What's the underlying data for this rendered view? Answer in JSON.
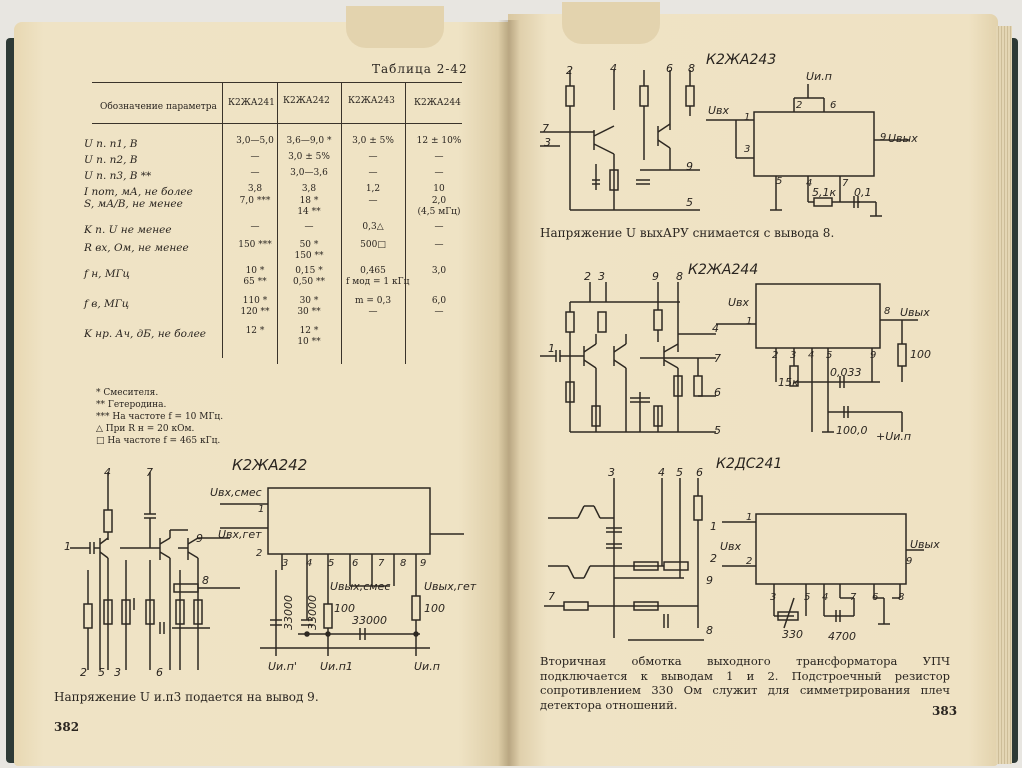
{
  "left_page": {
    "table_title": "Таблица 2-42",
    "table": {
      "header_param": "Обозначение параметра",
      "columns": [
        "К2ЖА241",
        "К2ЖА242",
        "К2ЖА243",
        "К2ЖА244"
      ],
      "rows": [
        {
          "param": "U п. п1, В",
          "values": [
            "3,0—5,0",
            "3,6—9,0 *",
            "3,0 ± 5%",
            "12 ± 10%"
          ]
        },
        {
          "param": "U п. п2, В",
          "values": [
            "—",
            "3,0 ± 5%",
            "—",
            "—"
          ]
        },
        {
          "param": "U п. п3, В **",
          "values": [
            "—",
            "3,0—3,6",
            "—",
            "—"
          ]
        },
        {
          "param": "I пот, мА, не более",
          "values": [
            "3,8",
            "3,8",
            "1,2",
            "10"
          ]
        },
        {
          "param": "S, мА/В, не менее",
          "values": [
            "7,0 ***",
            "18 *\n14 **",
            "—",
            "2,0\n(4,5 мГц)"
          ]
        },
        {
          "param": "K п. U не менее",
          "values": [
            "—",
            "—",
            "0,3△",
            "—"
          ]
        },
        {
          "param": "R вх, Ом, не менее",
          "values": [
            "150 ***",
            "50 *\n150 **",
            "500□",
            "—"
          ]
        },
        {
          "param": "f н, МГц",
          "values": [
            "10 *\n65 **",
            "0,15 *\n0,50 **",
            "0,465\nf мод = 1 кГц",
            "3,0"
          ]
        },
        {
          "param": "f в, МГц",
          "values": [
            "110 *\n120 **",
            "30 *\n30 **",
            "m = 0,3\n—",
            "6,0\n—"
          ]
        },
        {
          "param": "K нр. Ач, дБ, не более",
          "values": [
            "12 *",
            "12 *\n10 **",
            "",
            ""
          ]
        }
      ]
    },
    "footnotes": [
      "* Смесителя.",
      "** Гетеродина.",
      "*** На частоте f = 10 МГц.",
      "△ При R н = 20 кОм.",
      "□ На частоте f = 465 кГц."
    ],
    "schematic_title": "К2ЖА242",
    "schematic_labels": {
      "uvx_smes": "Uвх,смес",
      "uvx_get": "Uвх,гет",
      "uvyx_smes": "Uвых,смес",
      "uvyx_get": "Uвых,гет",
      "uip": "Uи.п'",
      "uip1": "Uи.п1",
      "uip_r": "Uи.п",
      "r100a": "100",
      "r100b": "100",
      "c33000a": "33000",
      "c33000b": "33000",
      "c33000c": "33000",
      "pins": [
        "1",
        "2",
        "3",
        "4",
        "5",
        "6",
        "7",
        "8",
        "9"
      ],
      "pins_left": [
        "4",
        "7",
        "1",
        "9",
        "8",
        "2",
        "5",
        "3",
        "6"
      ]
    },
    "caption": "Напряжение U и.п3 подается на вывод 9.",
    "page_number": "382"
  },
  "right_page": {
    "schematic_1": {
      "title": "К2ЖА243",
      "pins_left": [
        "2",
        "4",
        "7",
        "6",
        "8",
        "7",
        "3",
        "9",
        "5"
      ],
      "labels": {
        "uip": "Uи.п",
        "uvx": "Uвх",
        "uvyx": "Uвых",
        "r": "5,1к",
        "c": "0,1"
      },
      "pins_box": [
        "2",
        "6",
        "1",
        "3",
        "9",
        "5",
        "4",
        "7"
      ]
    },
    "caption_1": "Напряжение U выхАРУ снимается с вывода 8.",
    "schematic_2": {
      "title": "К2ЖА244",
      "pins_left": [
        "2",
        "3",
        "9",
        "8",
        "4",
        "1",
        "7",
        "6",
        "5"
      ],
      "labels": {
        "uvx": "Uвх",
        "uvyx": "Uвых",
        "r15": "15к",
        "c0033": "0,033",
        "r100": "100",
        "c100": "100,0",
        "uip": "+Uи.п"
      },
      "pins_box": [
        "1",
        "8",
        "2",
        "3",
        "4",
        "5",
        "9"
      ]
    },
    "schematic_3": {
      "title": "К2ДС241",
      "pins_left": [
        "3",
        "4",
        "5",
        "6",
        "1",
        "2",
        "7",
        "9",
        "8"
      ],
      "labels": {
        "uvx": "Uвх",
        "uvyx": "Uвых",
        "r330": "330",
        "c4700": "4700"
      },
      "pins_box": [
        "1",
        "2",
        "9",
        "3",
        "5",
        "4",
        "7",
        "6",
        "8"
      ]
    },
    "caption_2": "Вторичная обмотка выходного трансформатора УПЧ подключается к выводам 1 и 2. Подстроечный резистор сопротивлением 330 Ом служит для симметрирования плеч детектора отношений.",
    "page_number": "383"
  }
}
